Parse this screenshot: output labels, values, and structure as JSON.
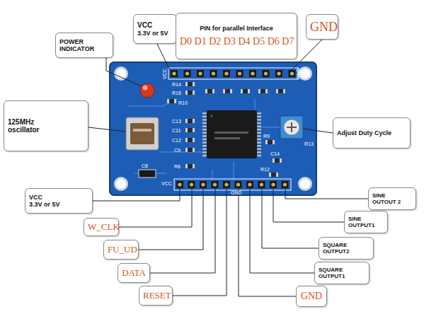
{
  "diagram": {
    "nodes": [
      {
        "text": [
          "POWER INDICATOR"
        ]
      },
      {
        "text": [
          "VCC",
          "3.3V or 5V"
        ]
      },
      {
        "text": [
          "PIN for parallel Interface",
          "D0 D1 D2 D3 D4 D5 D6 D7"
        ]
      },
      {
        "text": [
          "GND"
        ]
      },
      {
        "text": [
          "125MHz oscillator"
        ]
      },
      {
        "text": [
          "Adjust Duty Cycle"
        ]
      },
      {
        "text": [
          "VCC",
          "3.3V or 5V"
        ]
      },
      {
        "text": [
          "SINE OUTOUT 2"
        ]
      },
      {
        "text": [
          "SINE OUTPUT1"
        ]
      },
      {
        "text": [
          "W_CLK"
        ]
      },
      {
        "text": [
          "SQUARE OUTPUT2"
        ]
      },
      {
        "text": [
          "FU_UD"
        ]
      },
      {
        "text": [
          "SQUARE OUTPUT1"
        ]
      },
      {
        "text": [
          "DATA"
        ]
      },
      {
        "text": [
          "RESET"
        ]
      },
      {
        "text": [
          "GND"
        ]
      }
    ],
    "labels": [
      "VCC",
      "GND",
      "R14",
      "R15",
      "R10",
      "C13",
      "C11",
      "C12",
      "C9",
      "R6",
      "C8",
      "R9",
      "C14",
      "R13",
      "R12",
      "VCC",
      "GND"
    ]
  }
}
